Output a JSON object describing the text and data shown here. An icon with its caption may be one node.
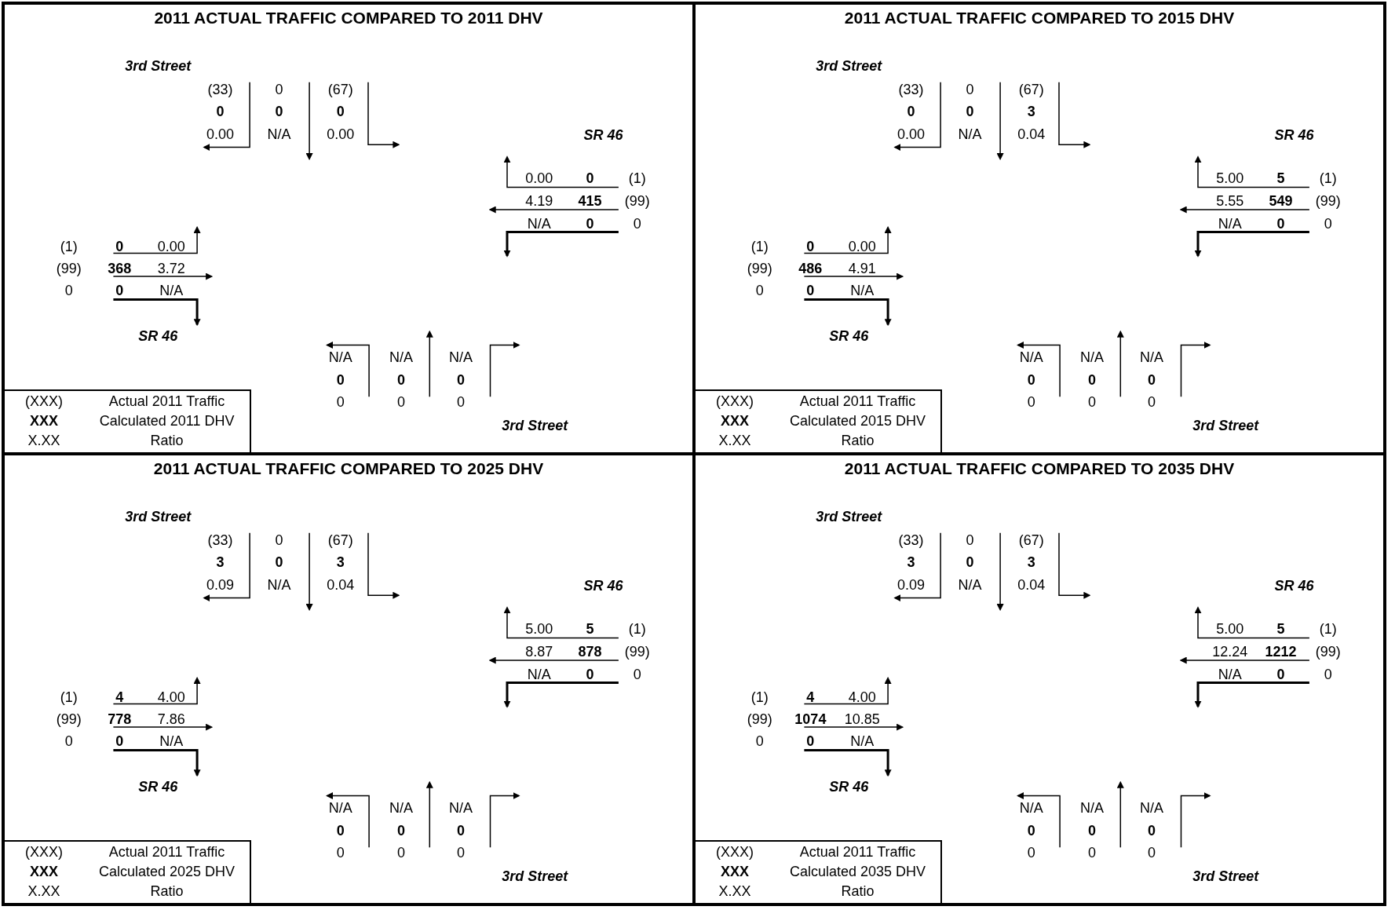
{
  "diagram": {
    "nodes": [
      {
        "text": [
          "2011 ACTUAL TRAFFIC COMPARED TO 2011 DHV"
        ]
      },
      {
        "text": [
          "(XXX)",
          "Actual 2011 Traffic",
          "XXX",
          "Calculated 2011 DHV",
          "X.XX",
          "Ratio"
        ],
        "in": 0
      },
      {
        "text": [
          "2011 ACTUAL TRAFFIC COMPARED TO 2015 DHV"
        ]
      },
      {
        "text": [
          "(XXX)",
          "Actual 2011 Traffic",
          "XXX",
          "Calculated 2015 DHV",
          "X.XX",
          "Ratio"
        ],
        "in": 2
      },
      {
        "text": [
          "2011 ACTUAL TRAFFIC COMPARED TO 2025 DHV"
        ]
      },
      {
        "text": [
          "(XXX)",
          "Actual 2011 Traffic",
          "XXX",
          "Calculated 2025 DHV",
          "X.XX",
          "Ratio"
        ],
        "in": 4
      },
      {
        "text": [
          "2011 ACTUAL TRAFFIC COMPARED TO 2035 DHV"
        ]
      },
      {
        "text": [
          "(XXX)",
          "Actual 2011 Traffic",
          "XXX",
          "Calculated 2035 DHV",
          "X.XX",
          "Ratio"
        ],
        "in": 6
      }
    ],
    "edges": [],
    "labels": [
      "3rd Street",
      "(33)",
      "0",
      "(67)",
      "0",
      "0",
      "0",
      "0.00",
      "N/A",
      "0.00",
      "SR 46",
      "0.00",
      "0",
      "(1)",
      "4.19",
      "415",
      "(99)",
      "N/A",
      "0",
      "0",
      "(1)",
      "0",
      "0.00",
      "(99)",
      "368",
      "3.72",
      "0",
      "0",
      "N/A",
      "SR 46",
      "N/A",
      "N/A",
      "N/A",
      "0",
      "0",
      "0",
      "0",
      "0",
      "0",
      "3rd Street",
      "3rd Street",
      "(33)",
      "0",
      "(67)",
      "0",
      "0",
      "3",
      "0.00",
      "N/A",
      "0.04",
      "SR 46",
      "5.00",
      "5",
      "(1)",
      "5.55",
      "549",
      "(99)",
      "N/A",
      "0",
      "0",
      "(1)",
      "0",
      "0.00",
      "(99)",
      "486",
      "4.91",
      "0",
      "0",
      "N/A",
      "SR 46",
      "N/A",
      "N/A",
      "N/A",
      "0",
      "0",
      "0",
      "0",
      "0",
      "0",
      "3rd Street",
      "3rd Street",
      "(33)",
      "0",
      "(67)",
      "3",
      "0",
      "3",
      "0.09",
      "N/A",
      "0.04",
      "SR 46",
      "5.00",
      "5",
      "(1)",
      "8.87",
      "878",
      "(99)",
      "N/A",
      "0",
      "0",
      "(1)",
      "4",
      "4.00",
      "(99)",
      "778",
      "7.86",
      "0",
      "0",
      "N/A",
      "SR 46",
      "N/A",
      "N/A",
      "N/A",
      "0",
      "0",
      "0",
      "0",
      "0",
      "0",
      "3rd Street",
      "3rd Street",
      "(33)",
      "0",
      "(67)",
      "3",
      "0",
      "3",
      "0.09",
      "N/A",
      "0.04",
      "SR 46",
      "5.00",
      "5",
      "(1)",
      "12.24",
      "1212",
      "(99)",
      "N/A",
      "0",
      "0",
      "(1)",
      "4",
      "4.00",
      "(99)",
      "1074",
      "10.85",
      "0",
      "0",
      "N/A",
      "SR 46",
      "N/A",
      "N/A",
      "N/A",
      "0",
      "0",
      "0",
      "0",
      "0",
      "0",
      "3rd Street"
    ]
  }
}
